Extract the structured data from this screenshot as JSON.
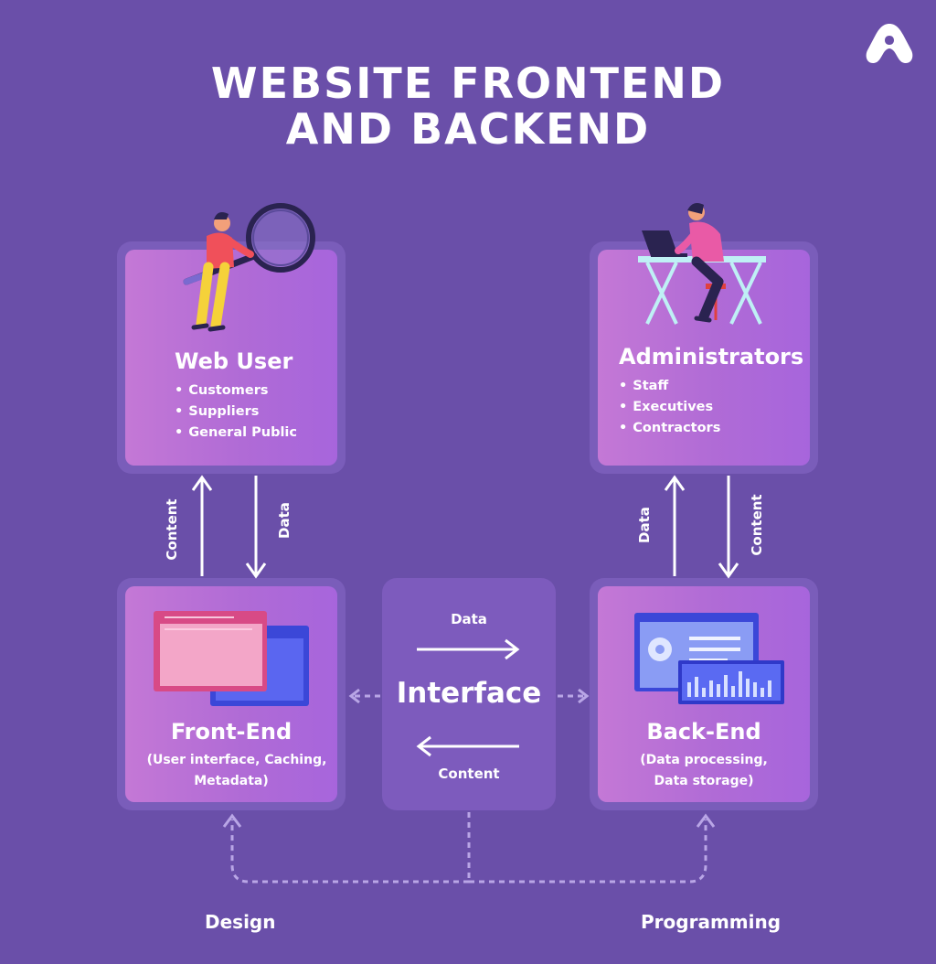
{
  "title": {
    "line1": "WEBSITE FRONTEND",
    "line2": "AND BACKEND"
  },
  "logo": {
    "icon": "brand-a-icon"
  },
  "web_user": {
    "title": "Web User",
    "items": [
      "Customers",
      "Suppliers",
      "General Public"
    ]
  },
  "administrators": {
    "title": "Administrators",
    "items": [
      "Staff",
      "Executives",
      "Contractors"
    ]
  },
  "front_end": {
    "title": "Front-End",
    "subtitle_line1": "(User interface, Caching,",
    "subtitle_line2": "Metadata)"
  },
  "back_end": {
    "title": "Back-End",
    "subtitle_line1": "(Data processing,",
    "subtitle_line2": "Data storage)"
  },
  "interface": {
    "title": "Interface",
    "top_label": "Data",
    "bottom_label": "Content"
  },
  "arrows": {
    "left_up": "Content",
    "left_down": "Data",
    "right_up": "Data",
    "right_down": "Content"
  },
  "bottom": {
    "left": "Design",
    "right": "Programming"
  },
  "colors": {
    "background": "#6a4fa9",
    "card_gradient_start": "#c478d6",
    "card_gradient_end": "#a765dc",
    "text": "#ffffff"
  }
}
